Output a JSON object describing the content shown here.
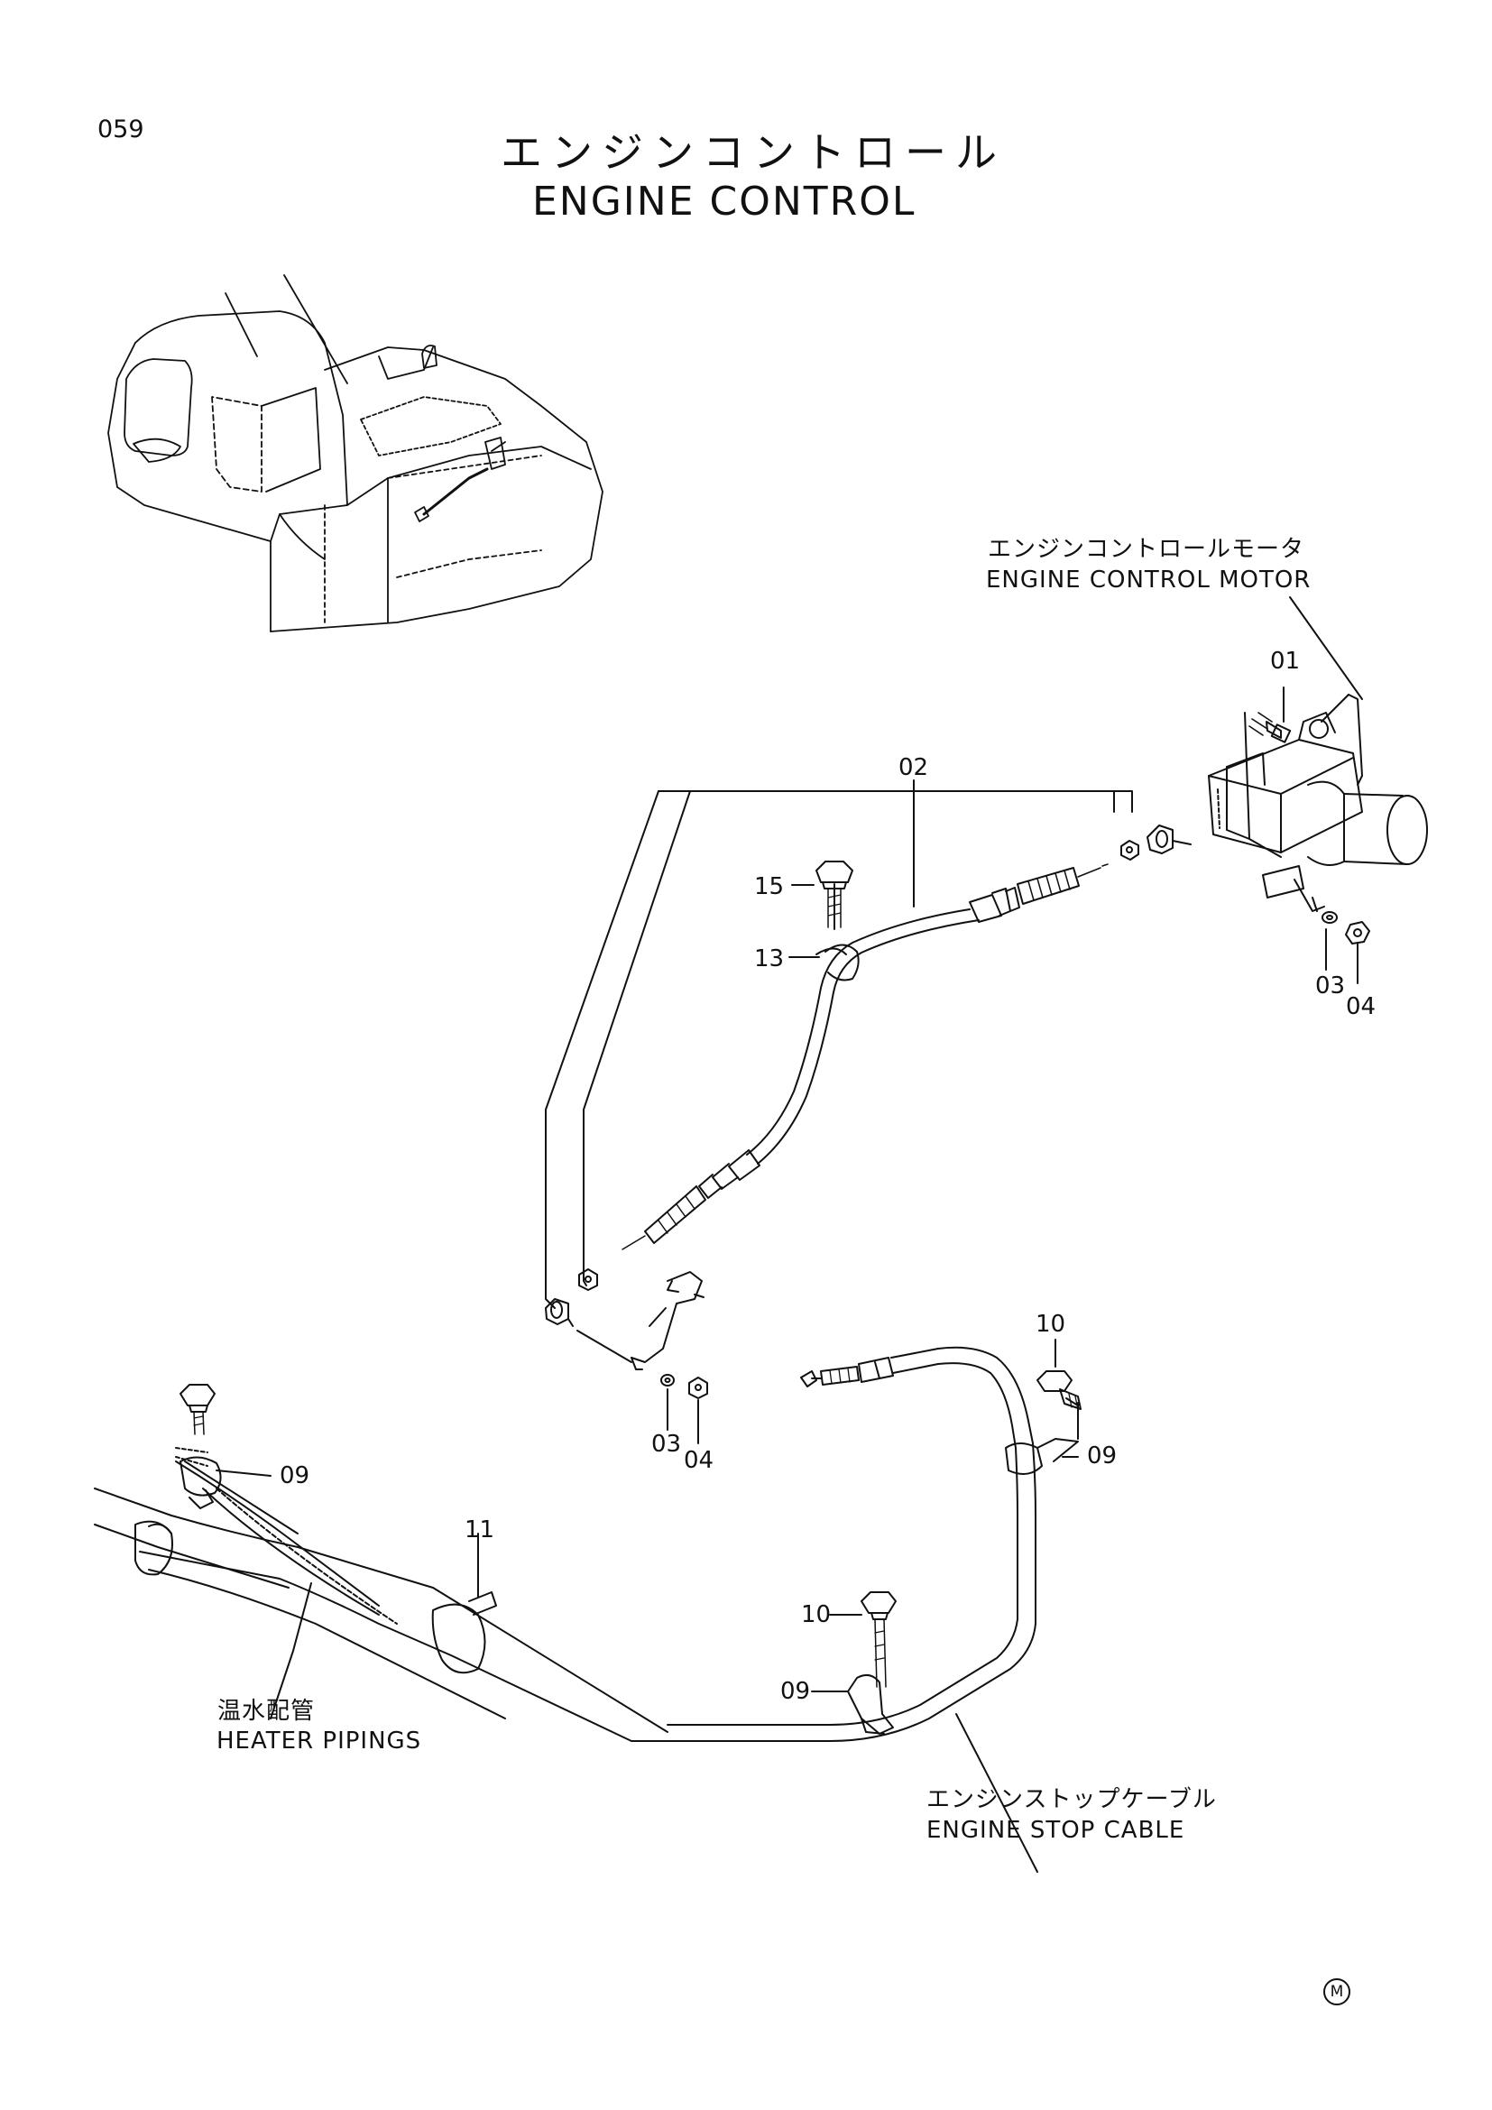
{
  "page_number": "059",
  "title_ja": "エンジンコントロール",
  "title_en": "ENGINE CONTROL",
  "labels": {
    "motor_ja": "エンジンコントロールモータ",
    "motor_en": "ENGINE CONTROL MOTOR",
    "heater_ja": "温水配管",
    "heater_en": "HEATER PIPINGS",
    "stop_cable_ja": "エンジンストップケーブル",
    "stop_cable_en": "ENGINE STOP CABLE"
  },
  "callouts": {
    "c01": "01",
    "c02": "02",
    "c03_top": "03",
    "c04_top": "04",
    "c15": "15",
    "c13": "13",
    "c03_bottom": "03",
    "c04_bottom": "04",
    "c10_top": "10",
    "c09_right": "09",
    "c09_left": "09",
    "c11": "11",
    "c10_bottom": "10",
    "c09_bottom": "09"
  },
  "mark": "M"
}
